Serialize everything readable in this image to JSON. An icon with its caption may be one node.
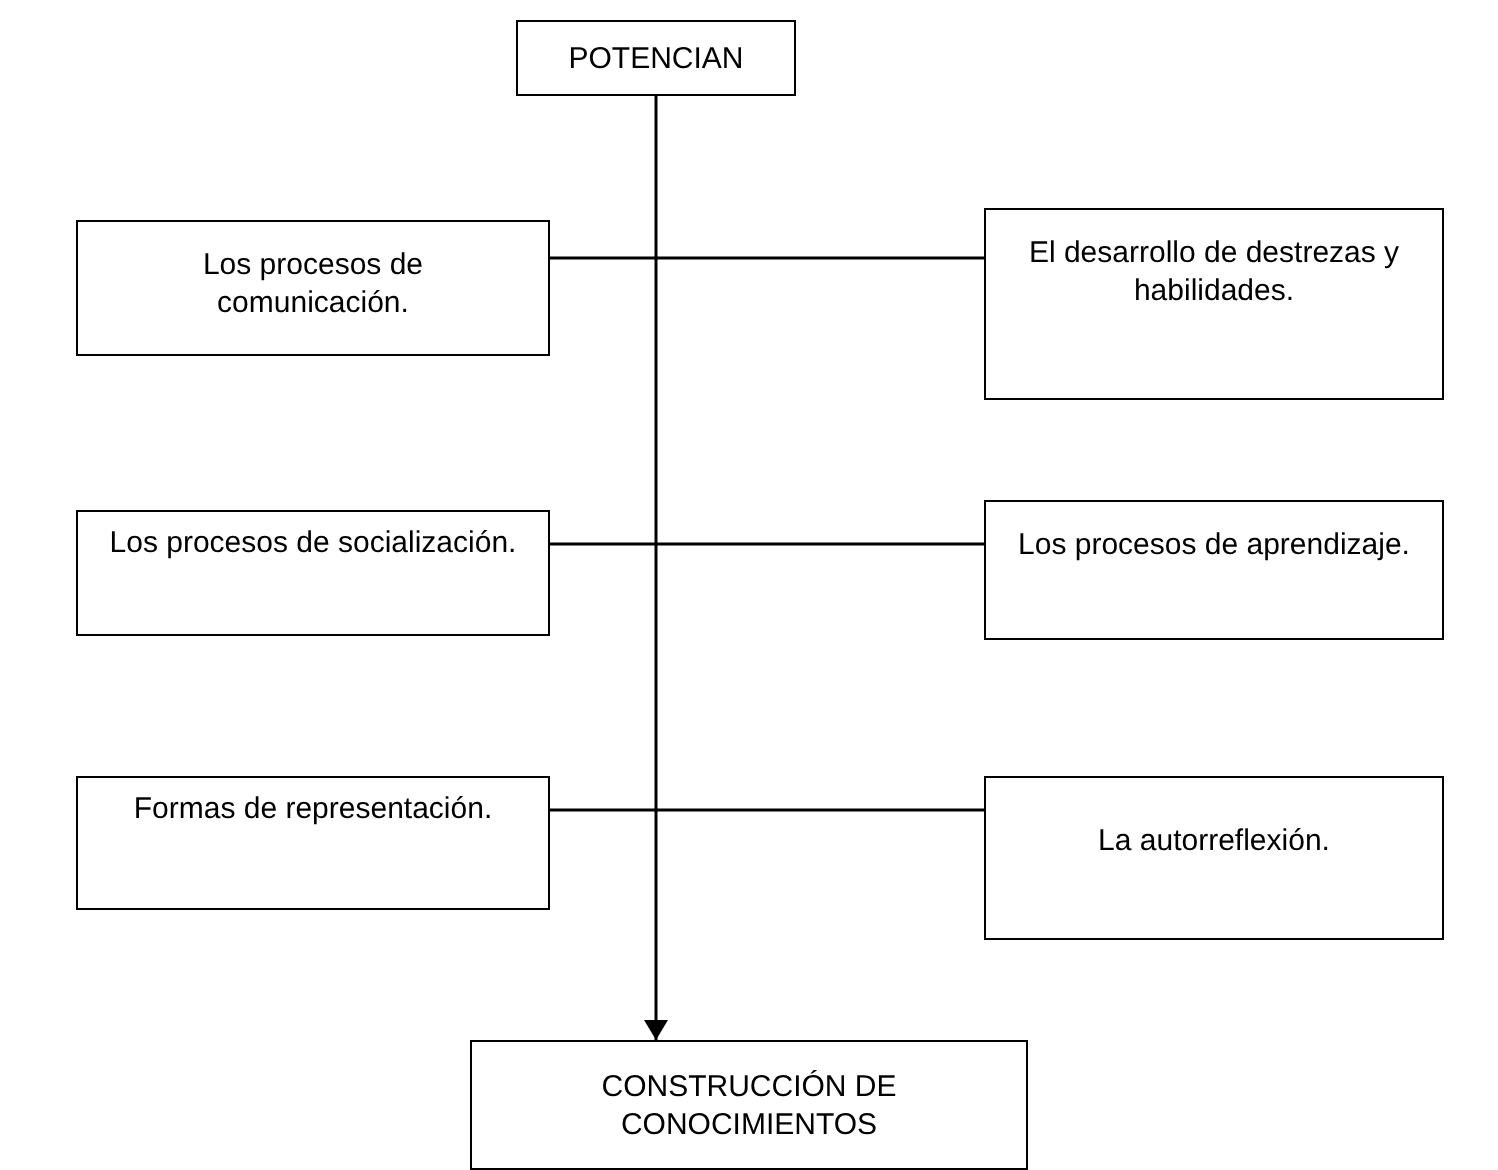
{
  "diagram": {
    "nodes": [
      {
        "text": [
          "POTENCIAN"
        ]
      },
      {
        "text": [
          "Los procesos de comunicación."
        ]
      },
      {
        "text": [
          "El desarrollo de destrezas y habilidades."
        ]
      },
      {
        "text": [
          "Los procesos de socialización."
        ]
      },
      {
        "text": [
          "Los procesos de aprendizaje."
        ]
      },
      {
        "text": [
          "Formas de representación."
        ]
      },
      {
        "text": [
          "La autorreflexión."
        ]
      },
      {
        "text": [
          "CONSTRUCCIÓN DE CONOCIMIENTOS"
        ]
      }
    ],
    "edges": [
      {
        "from": 0,
        "to": 7,
        "arrow": "to"
      },
      {
        "from": 1,
        "to": 2,
        "arrow": "none"
      },
      {
        "from": 3,
        "to": 4,
        "arrow": "none"
      },
      {
        "from": 5,
        "to": 6,
        "arrow": "none"
      }
    ]
  }
}
